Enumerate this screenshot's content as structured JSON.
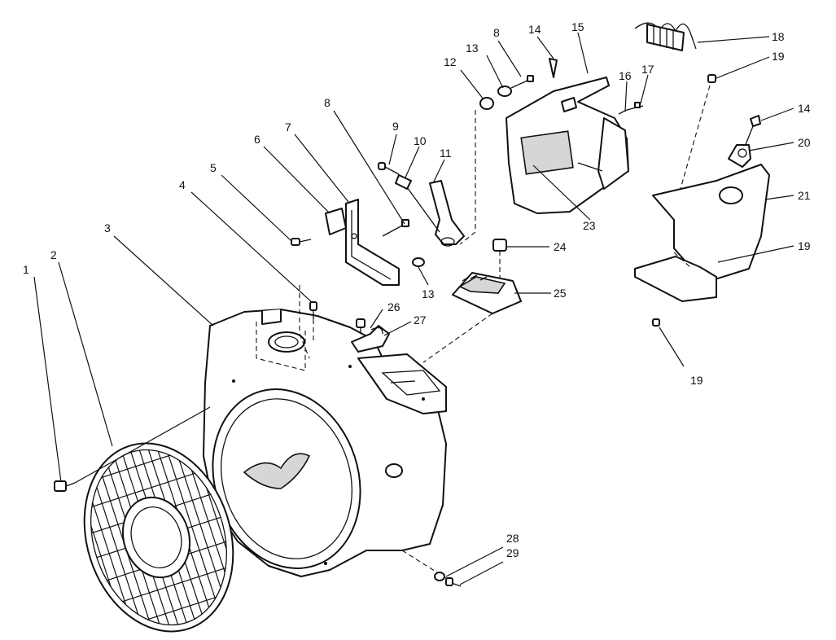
{
  "diagram": {
    "callouts": [
      {
        "id": "c1",
        "label": "1"
      },
      {
        "id": "c2",
        "label": "2"
      },
      {
        "id": "c3",
        "label": "3"
      },
      {
        "id": "c4",
        "label": "4"
      },
      {
        "id": "c5",
        "label": "5"
      },
      {
        "id": "c6",
        "label": "6"
      },
      {
        "id": "c7",
        "label": "7"
      },
      {
        "id": "c8a",
        "label": "8"
      },
      {
        "id": "c8b",
        "label": "8"
      },
      {
        "id": "c9",
        "label": "9"
      },
      {
        "id": "c10",
        "label": "10"
      },
      {
        "id": "c11",
        "label": "11"
      },
      {
        "id": "c12",
        "label": "12"
      },
      {
        "id": "c13a",
        "label": "13"
      },
      {
        "id": "c13b",
        "label": "13"
      },
      {
        "id": "c14a",
        "label": "14"
      },
      {
        "id": "c14b",
        "label": "14"
      },
      {
        "id": "c15",
        "label": "15"
      },
      {
        "id": "c16",
        "label": "16"
      },
      {
        "id": "c17",
        "label": "17"
      },
      {
        "id": "c18",
        "label": "18"
      },
      {
        "id": "c19a",
        "label": "19"
      },
      {
        "id": "c19b",
        "label": "19"
      },
      {
        "id": "c19c",
        "label": "19"
      },
      {
        "id": "c20",
        "label": "20"
      },
      {
        "id": "c21",
        "label": "21"
      },
      {
        "id": "c23",
        "label": "23"
      },
      {
        "id": "c24",
        "label": "24"
      },
      {
        "id": "c25",
        "label": "25"
      },
      {
        "id": "c26",
        "label": "26"
      },
      {
        "id": "c27",
        "label": "27"
      },
      {
        "id": "c28",
        "label": "28"
      },
      {
        "id": "c29",
        "label": "29"
      }
    ]
  }
}
